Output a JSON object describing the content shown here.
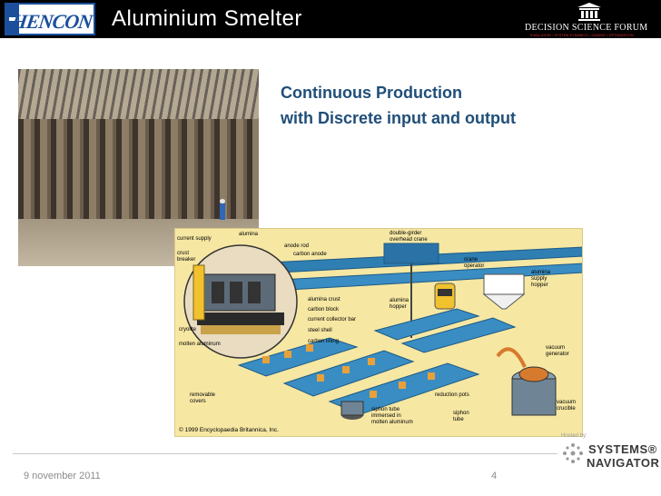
{
  "header": {
    "logo_text": "HENCON",
    "title": "Aluminium Smelter",
    "forum_name": "DECISION SCIENCE FORUM",
    "forum_tagline": "SIMULATION • SYSTEM DYNAMICS • GAMING • OPTIMIZATION"
  },
  "headline": {
    "line1": "Continuous Production",
    "line2": "with Discrete input and output"
  },
  "diagram": {
    "labels": {
      "current_supply": "current supply",
      "alumina": "alumina",
      "crust_breaker": "crust\nbreaker",
      "anode_rod": "anode rod",
      "carbon_anode": "carbon anode",
      "double_girder": "double-girder\noverhead crane",
      "crane_operator": "crane\noperator",
      "alumina_supply_hopper": "alumina\nsupply\nhopper",
      "alumina_crust": "alumina crust",
      "carbon_block": "carbon block",
      "current_collector_bar": "current collector bar",
      "steel_shell": "steel shell",
      "carbon_lining": "carbon lining",
      "alumina_hopper": "alumina\nhopper",
      "cryolite": "cryolite",
      "molten_aluminum": "molten aluminum",
      "vacuum_generator": "vacuum\ngenerator",
      "removable_covers": "removable\ncovers",
      "reduction_pots": "reduction pots",
      "vacuum_crucible": "vacuum\ncrucible",
      "siphon_tube_immersed": "siphon tube\nimmersed in\nmolten aluminum",
      "siphon_tube": "siphon\ntube"
    },
    "copyright": "© 1999 Encyclopaedia Britannica, Inc."
  },
  "footer": {
    "date": "9 november 2011",
    "page_number": "4",
    "hosted_by": "Hosted by:",
    "sponsor_line1": "SYSTEMS®",
    "sponsor_line2": "NAVIGATOR"
  },
  "colors": {
    "header_bg": "#000000",
    "brand_blue": "#1b4f9c",
    "headline": "#1f4e79",
    "diagram_bg": "#f6e7a3",
    "footer_text": "#8c8c8c"
  },
  "icons": [
    "hencon-logo",
    "forum-columns-icon",
    "systems-navigator-icon"
  ]
}
